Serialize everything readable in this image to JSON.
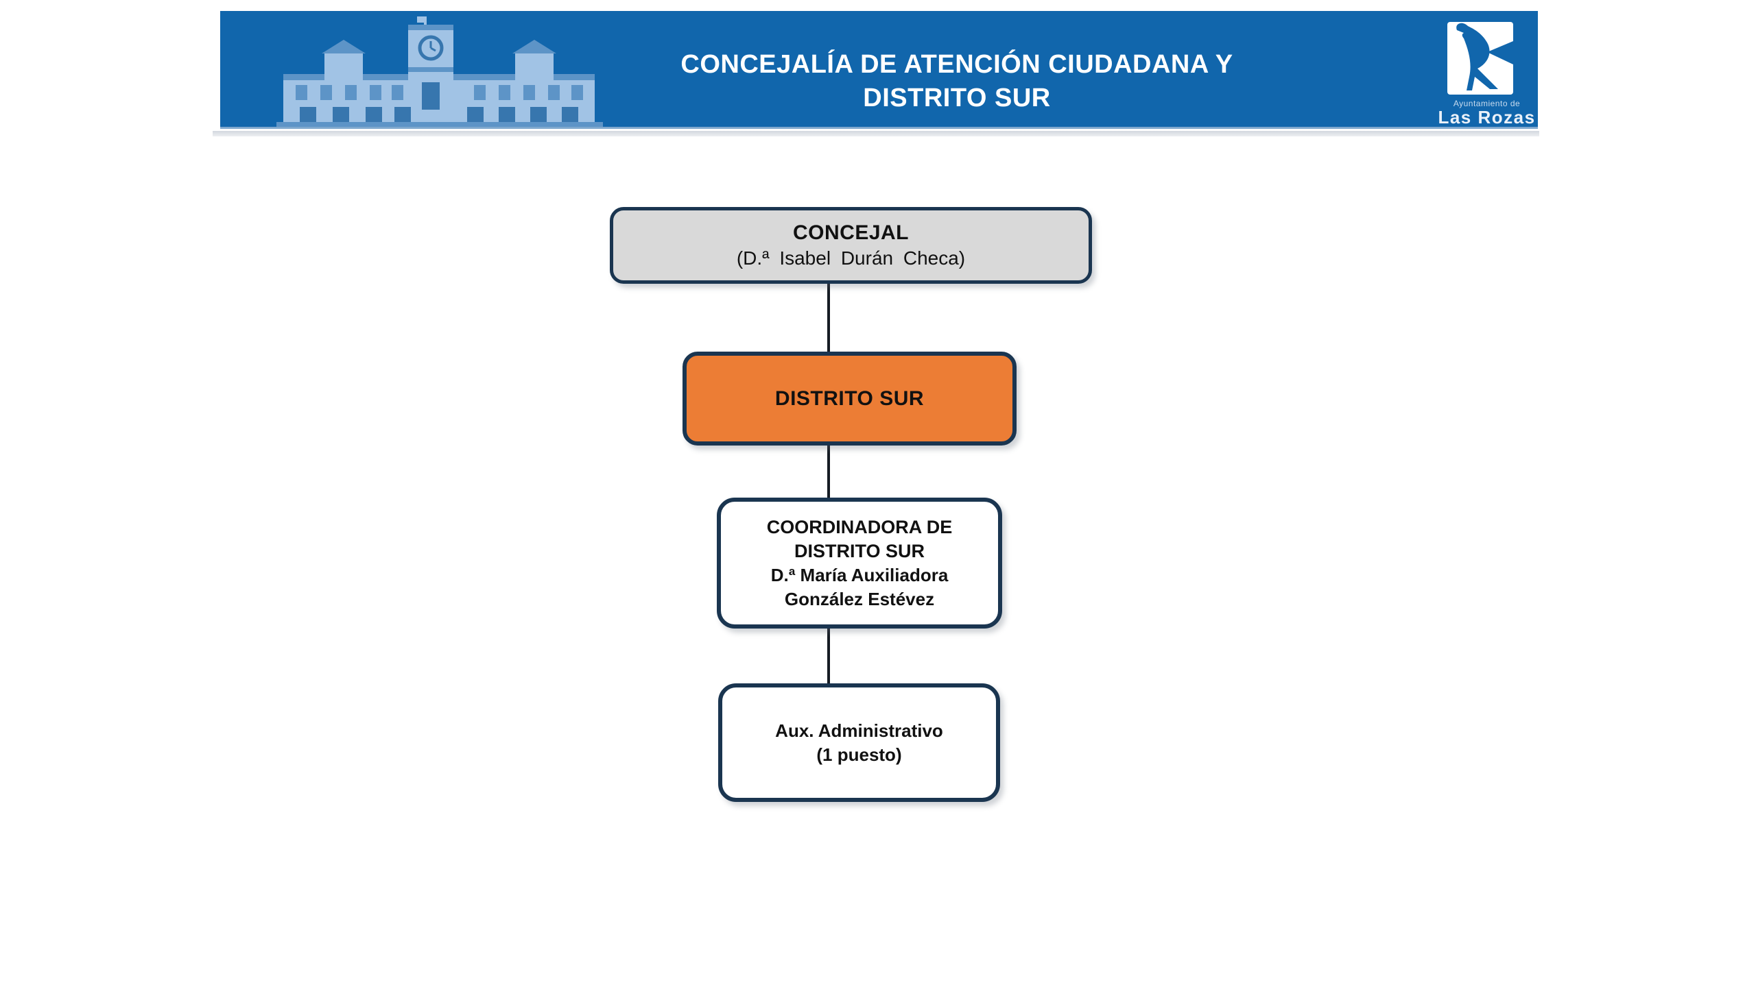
{
  "header": {
    "background_color": "#1166AC",
    "title_line1": "CONCEJALÍA DE ATENCIÓN CIUDADANA Y",
    "title_line2": "DISTRITO SUR",
    "watermark_icon": "town-hall-building",
    "logo": {
      "icon": "las-rozas-bird-logo",
      "org_line1": "Ayuntamiento de",
      "org_line2": "Las Rozas"
    }
  },
  "org_chart": {
    "border_color": "#1A3550",
    "connector_color": "#161C24",
    "nodes": {
      "concejal": {
        "title": "CONCEJAL",
        "subtitle": "(D.ª Isabel Durán Checa)",
        "fill_color": "#D9D9D9"
      },
      "distrito_sur": {
        "title": "DISTRITO SUR",
        "fill_color": "#EC7D35"
      },
      "coordinadora": {
        "title_line1": "COORDINADORA DE",
        "title_line2": "DISTRITO SUR",
        "name_line1": "D.ª María Auxiliadora",
        "name_line2": "González Estévez",
        "fill_color": "#FFFFFF"
      },
      "aux_administrativo": {
        "line1": "Aux. Administrativo",
        "line2": "(1 puesto)",
        "fill_color": "#FFFFFF"
      }
    }
  }
}
